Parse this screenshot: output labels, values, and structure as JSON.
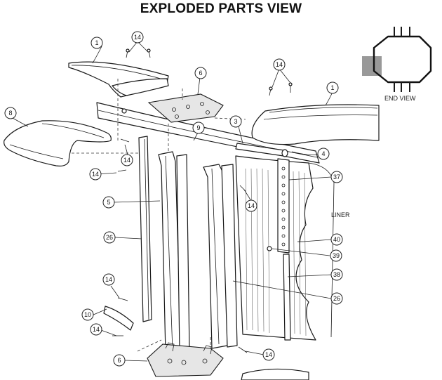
{
  "title": "EXPLODED PARTS VIEW",
  "end_view_label": "END VIEW",
  "liner_label": "LINER",
  "callouts": [
    {
      "id": "c1a",
      "num": "1"
    },
    {
      "id": "c14a",
      "num": "14"
    },
    {
      "id": "c6a",
      "num": "6"
    },
    {
      "id": "c14b",
      "num": "14"
    },
    {
      "id": "c1b",
      "num": "1"
    },
    {
      "id": "c8",
      "num": "8"
    },
    {
      "id": "c9",
      "num": "9"
    },
    {
      "id": "c3",
      "num": "3"
    },
    {
      "id": "c14c",
      "num": "14"
    },
    {
      "id": "c4",
      "num": "4"
    },
    {
      "id": "c14d",
      "num": "14"
    },
    {
      "id": "c37",
      "num": "37"
    },
    {
      "id": "c5",
      "num": "5"
    },
    {
      "id": "c14e",
      "num": "14"
    },
    {
      "id": "c26a",
      "num": "26"
    },
    {
      "id": "c40",
      "num": "40"
    },
    {
      "id": "c39",
      "num": "39"
    },
    {
      "id": "c38",
      "num": "38"
    },
    {
      "id": "c14f",
      "num": "14"
    },
    {
      "id": "c26b",
      "num": "26"
    },
    {
      "id": "c10",
      "num": "10"
    },
    {
      "id": "c14g",
      "num": "14"
    },
    {
      "id": "c14h",
      "num": "14"
    },
    {
      "id": "c6b",
      "num": "6"
    }
  ]
}
